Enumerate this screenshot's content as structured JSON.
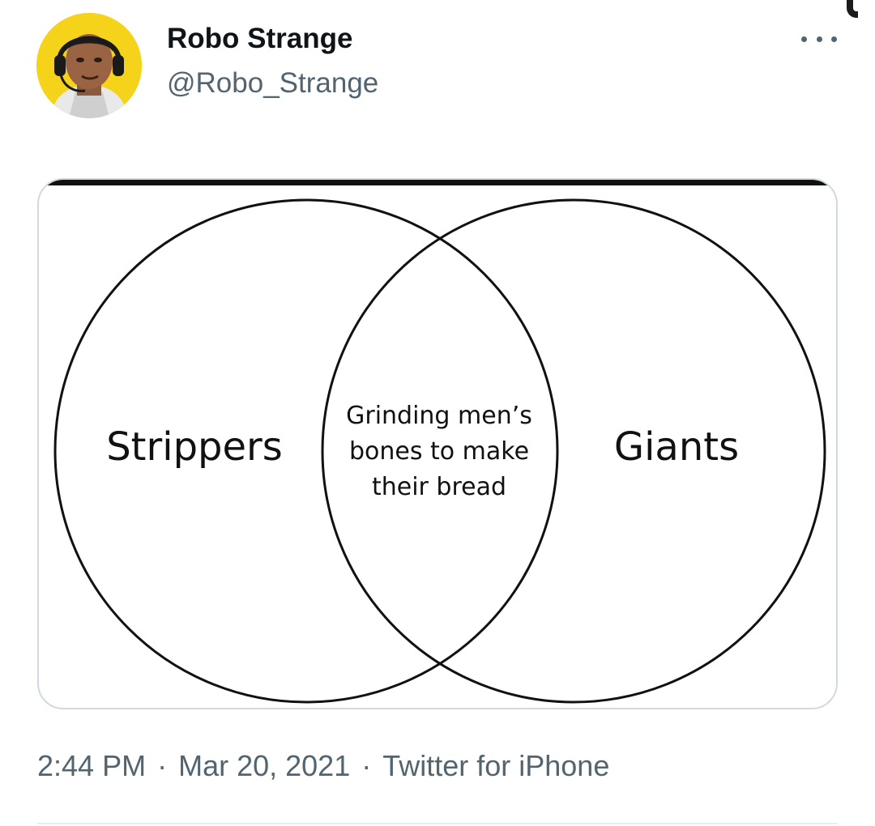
{
  "author": {
    "name": "Robo Strange",
    "handle": "@Robo_Strange"
  },
  "venn": {
    "left_label": "Strippers",
    "right_label": "Giants",
    "overlap_lines": [
      "Grinding men’s",
      "bones to make",
      "their bread"
    ]
  },
  "meta": {
    "time": "2:44 PM",
    "separator": "·",
    "date": "Mar 20, 2021",
    "source": "Twitter for iPhone"
  },
  "colors": {
    "name_text": "#0f1419",
    "secondary_text": "#536471",
    "avatar_background": "#f6d31b",
    "card_border": "#cfd9de"
  },
  "icons": {
    "more": "more-horizontal-icon"
  }
}
